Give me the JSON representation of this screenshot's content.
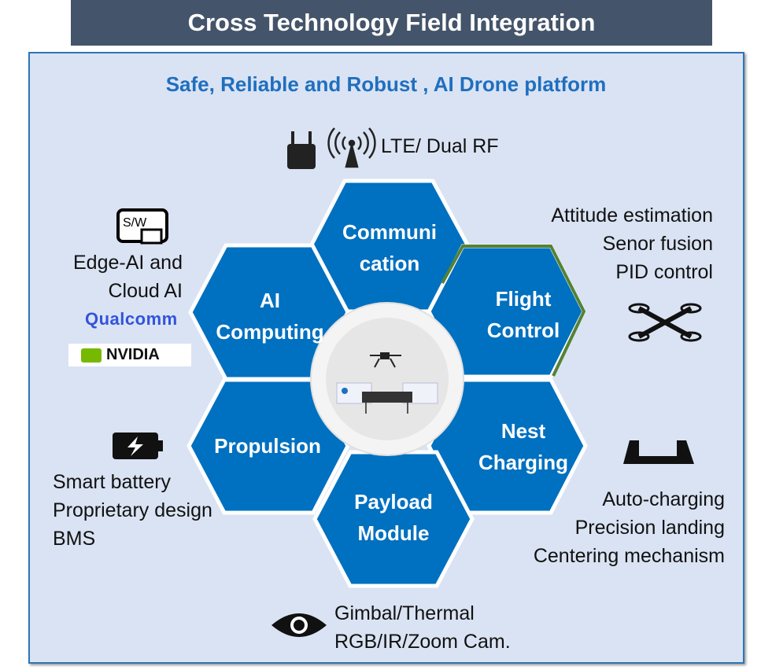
{
  "title": "Cross Technology Field Integration",
  "subtitle": "Safe, Reliable and Robust , AI Drone platform",
  "hexes": {
    "communication": [
      "Communi",
      "cation"
    ],
    "flight_control": [
      "Flight",
      "Control"
    ],
    "ai_computing": [
      "AI",
      "Computing"
    ],
    "propulsion": [
      "Propulsion"
    ],
    "nest_charging": [
      "Nest",
      "Charging"
    ],
    "payload": [
      "Payload",
      "Module"
    ]
  },
  "labels": {
    "communication": "LTE/ Dual RF",
    "flight_control": [
      "Attitude estimation",
      "Senor fusion",
      "PID control"
    ],
    "ai_computing": [
      "Edge-AI and",
      "Cloud AI"
    ],
    "sw_icon": "S/W",
    "qualcomm": "Qualcomm",
    "nvidia": "NVIDIA",
    "propulsion": [
      "Smart battery",
      "Proprietary design",
      "BMS"
    ],
    "nest_charging": [
      "Auto-charging",
      "Precision landing",
      "Centering mechanism"
    ],
    "payload": [
      "Gimbal/Thermal",
      "RGB/IR/Zoom Cam."
    ]
  },
  "colors": {
    "hex": "#0070c0",
    "frame": "#dae3f3",
    "title_bg": "#44546a",
    "accent_border": "#548235"
  }
}
